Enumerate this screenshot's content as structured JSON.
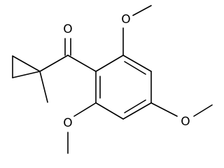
{
  "molecule": {
    "atoms": {
      "carbonyl_oxygen": "O",
      "methoxy_top_oxygen": "O",
      "methoxy_right_oxygen": "O",
      "methoxy_bottom_oxygen": "O"
    }
  }
}
